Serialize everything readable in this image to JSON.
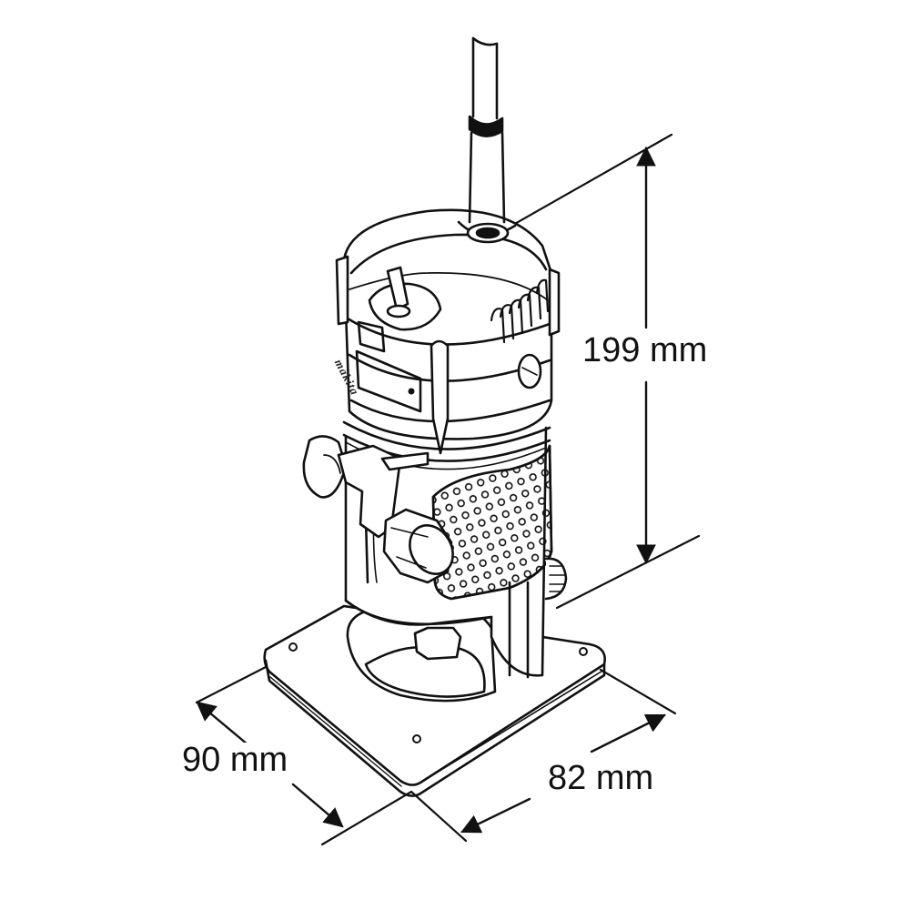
{
  "figure": {
    "subject": "compact trim router line drawing with dimensions",
    "brand_mark": "makita",
    "stroke_color": "#111111",
    "background_color": "#ffffff"
  },
  "dimensions": {
    "height": {
      "value": 199,
      "unit": "mm",
      "label": "199 mm"
    },
    "depth": {
      "value": 90,
      "unit": "mm",
      "label": "90 mm"
    },
    "width": {
      "value": 82,
      "unit": "mm",
      "label": "82 mm"
    }
  },
  "parts": {
    "cord": "power-cord",
    "motor_housing": "motor-housing",
    "switch": "power-switch",
    "vents": "cooling-vents",
    "grip": "textured-grip",
    "depth_knob": "depth-adjust-knob",
    "wing_nut": "clamp-wing-nut",
    "base": "square-base-plate",
    "collet": "collet-nut"
  }
}
